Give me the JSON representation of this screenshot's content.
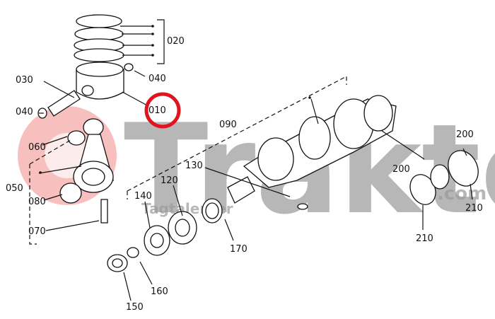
{
  "diagram": {
    "labels": {
      "p010": "010",
      "p020": "020",
      "p030": "030",
      "p040a": "040",
      "p040b": "040",
      "p050": "050",
      "p060": "060",
      "p070": "070",
      "p080": "080",
      "p090": "090",
      "p120": "120",
      "p130": "130",
      "p140": "140",
      "p150": "150",
      "p160": "160",
      "p170": "170",
      "p200a": "200",
      "p200b": "200",
      "p210a": "210",
      "p210b": "210"
    },
    "highlight": {
      "label": "010",
      "color": "#e0141e"
    }
  },
  "watermark": {
    "brand": "Trakter",
    "suffix": ".com",
    "tagline": "Tagtalenter",
    "color": "#f07a7a"
  }
}
